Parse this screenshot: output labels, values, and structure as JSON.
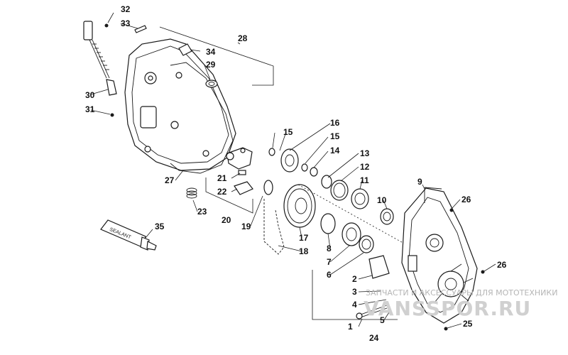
{
  "diagram": {
    "labels": [
      {
        "id": "1",
        "text": "1"
      },
      {
        "id": "2",
        "text": "2"
      },
      {
        "id": "3",
        "text": "3"
      },
      {
        "id": "4",
        "text": "4"
      },
      {
        "id": "5",
        "text": "5"
      },
      {
        "id": "6",
        "text": "6"
      },
      {
        "id": "7",
        "text": "7"
      },
      {
        "id": "8",
        "text": "8"
      },
      {
        "id": "9",
        "text": "9"
      },
      {
        "id": "10",
        "text": "10"
      },
      {
        "id": "11",
        "text": "11"
      },
      {
        "id": "12",
        "text": "12"
      },
      {
        "id": "13",
        "text": "13"
      },
      {
        "id": "14",
        "text": "14"
      },
      {
        "id": "15a",
        "text": "15"
      },
      {
        "id": "15b",
        "text": "15"
      },
      {
        "id": "16",
        "text": "16"
      },
      {
        "id": "17",
        "text": "17"
      },
      {
        "id": "18",
        "text": "18"
      },
      {
        "id": "19",
        "text": "19"
      },
      {
        "id": "20",
        "text": "20"
      },
      {
        "id": "21",
        "text": "21"
      },
      {
        "id": "22",
        "text": "22"
      },
      {
        "id": "23",
        "text": "23"
      },
      {
        "id": "24",
        "text": "24"
      },
      {
        "id": "25",
        "text": "25"
      },
      {
        "id": "26a",
        "text": "26"
      },
      {
        "id": "26b",
        "text": "26"
      },
      {
        "id": "27",
        "text": "27"
      },
      {
        "id": "28",
        "text": "28"
      },
      {
        "id": "29",
        "text": "29"
      },
      {
        "id": "30",
        "text": "30"
      },
      {
        "id": "31",
        "text": "31"
      },
      {
        "id": "32",
        "text": "32"
      },
      {
        "id": "33",
        "text": "33"
      },
      {
        "id": "34",
        "text": "34"
      },
      {
        "id": "35",
        "text": "35"
      }
    ],
    "tube_text": "SEALANT"
  },
  "watermark": {
    "line1": "ЗАПЧАСТИ И АКСЕССУАРЫ ДЛЯ МОТОТЕХНИКИ",
    "line2": "VANSSPOR.RU"
  }
}
